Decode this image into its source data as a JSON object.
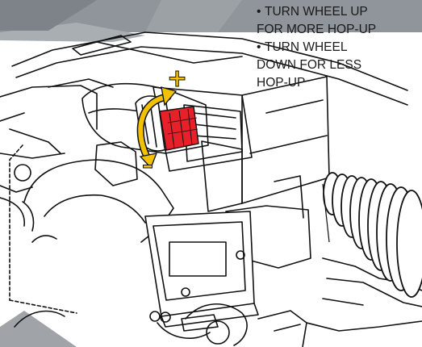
{
  "instructions": [
    {
      "line1": "TURN WHEEL UP",
      "line2": "FOR MORE HOP-UP"
    },
    {
      "line1": "TURN WHEEL",
      "line2": "DOWN FOR LESS",
      "line3": "HOP-UP"
    }
  ],
  "bullet_symbol": "•",
  "plus_sign": "+",
  "minus_sign": "–",
  "colors": {
    "header_bar": "#8f959a",
    "line_art": "#111111",
    "wheel_red": "#e8202a",
    "arrow_yellow": "#f2c200",
    "shadow_band": "#a0a4a8"
  }
}
